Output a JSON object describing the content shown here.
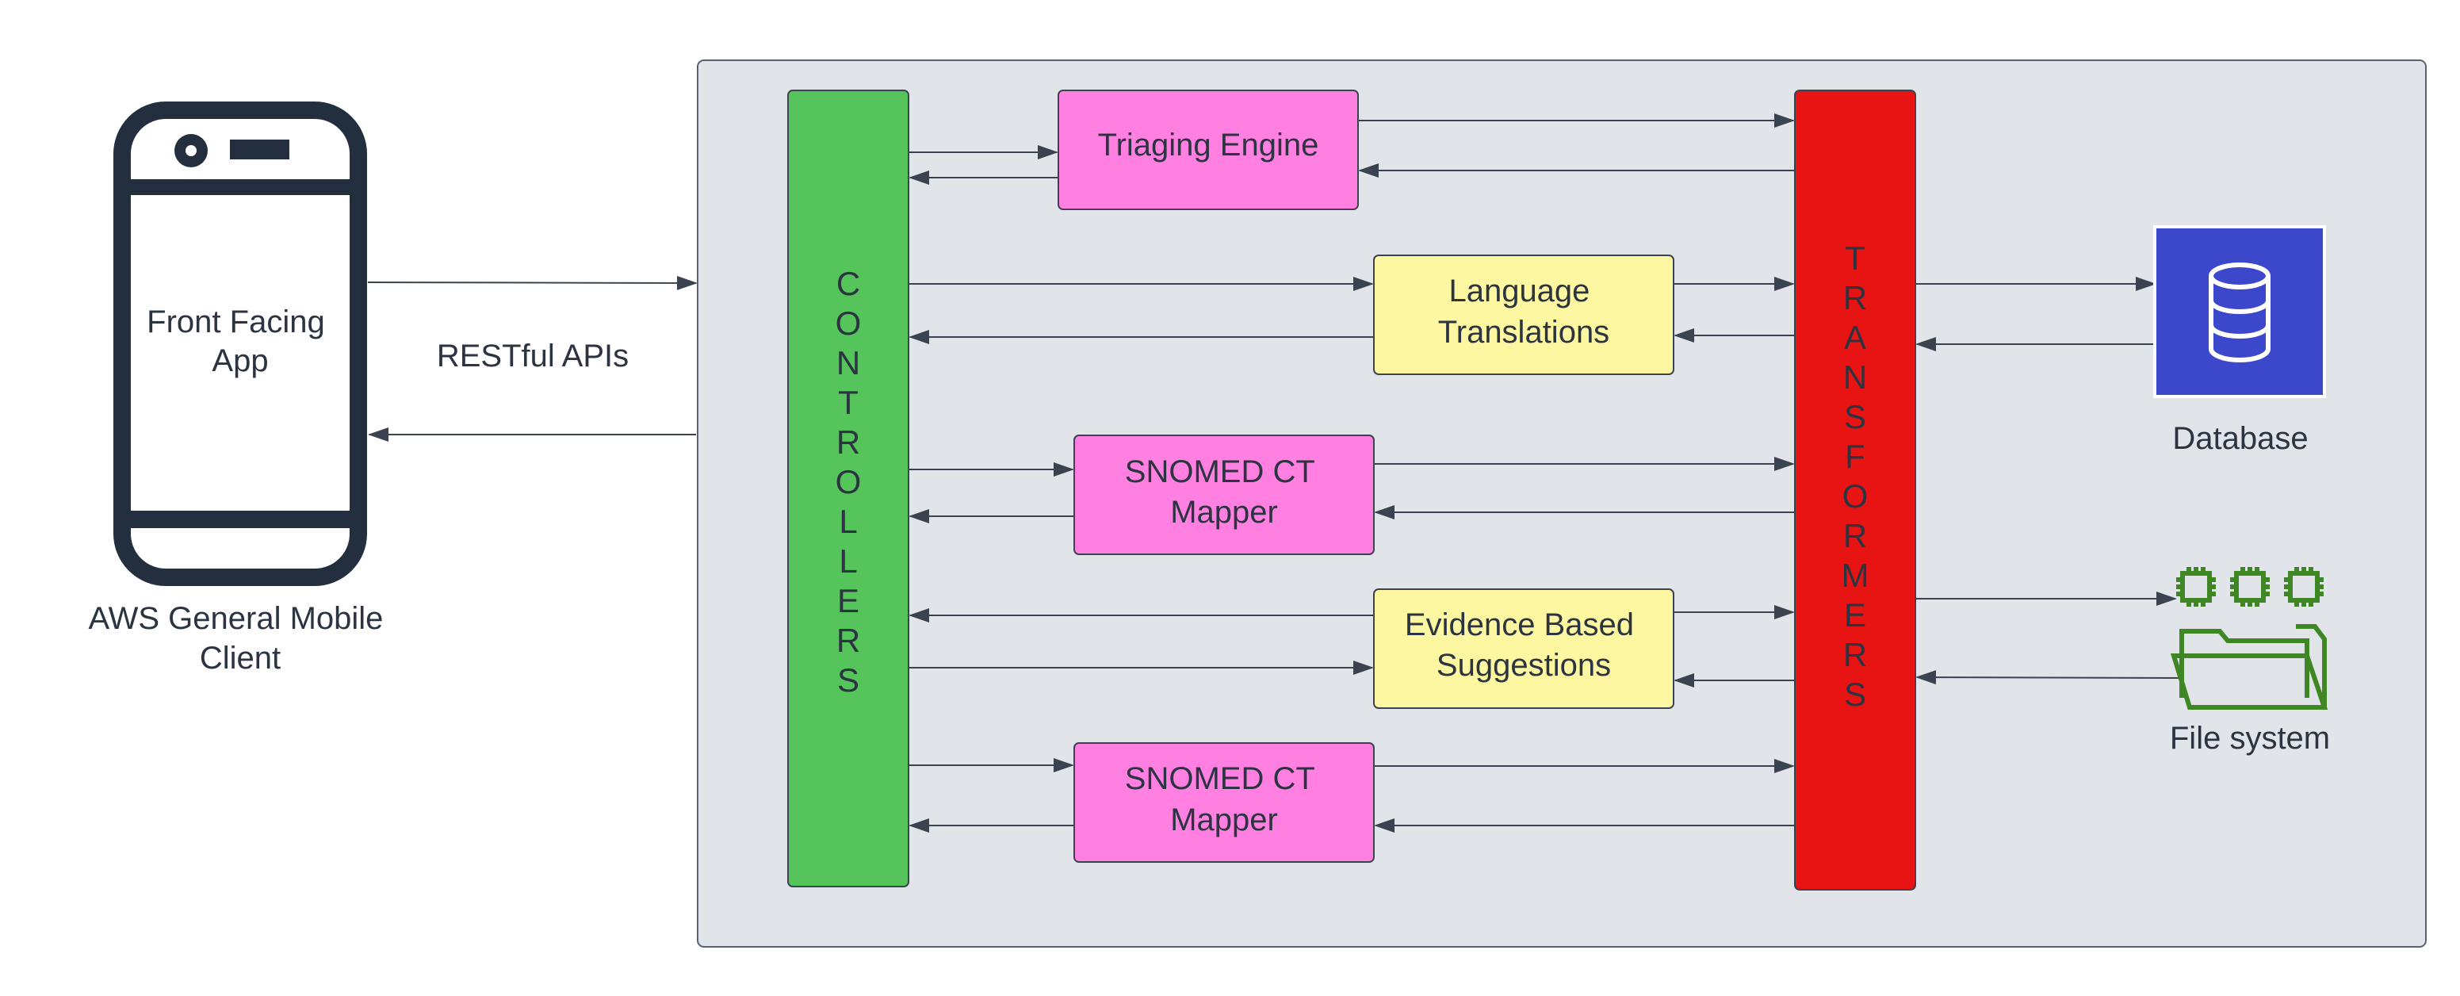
{
  "phone": {
    "app_label_line1": "Front Facing",
    "app_label_line2": "App",
    "caption_line1": "AWS General Mobile",
    "caption_line2": "Client",
    "icon": "mobile-phone-icon"
  },
  "link": {
    "label": "RESTful APIs"
  },
  "controllers": {
    "letters": [
      "C",
      "O",
      "N",
      "T",
      "R",
      "O",
      "L",
      "L",
      "E",
      "R",
      "S"
    ],
    "color": "#55c55b"
  },
  "transformers": {
    "letters": [
      "T",
      "R",
      "A",
      "N",
      "S",
      "F",
      "O",
      "R",
      "M",
      "E",
      "R",
      "S"
    ],
    "color": "#e81414"
  },
  "services": {
    "triaging": {
      "line1": "Triaging Engine",
      "line2": "",
      "color": "#ff80e0"
    },
    "language": {
      "line1": "Language",
      "line2": "Translations",
      "color": "#fef7a1"
    },
    "snomed1": {
      "line1": "SNOMED CT",
      "line2": "Mapper",
      "color": "#ff80e0"
    },
    "evidence": {
      "line1": "Evidence Based",
      "line2": "Suggestions",
      "color": "#fef7a1"
    },
    "snomed2": {
      "line1": "SNOMED CT",
      "line2": "Mapper",
      "color": "#ff80e0"
    }
  },
  "storage": {
    "database": {
      "label": "Database",
      "icon": "database-icon",
      "color": "#3b48cc"
    },
    "filesystem": {
      "label": "File system",
      "icon": "folder-chip-icon",
      "color": "#3f8624"
    }
  },
  "colors": {
    "ink": "#232f3e",
    "container": "#e1e4e9",
    "arrow": "#3c4350"
  }
}
